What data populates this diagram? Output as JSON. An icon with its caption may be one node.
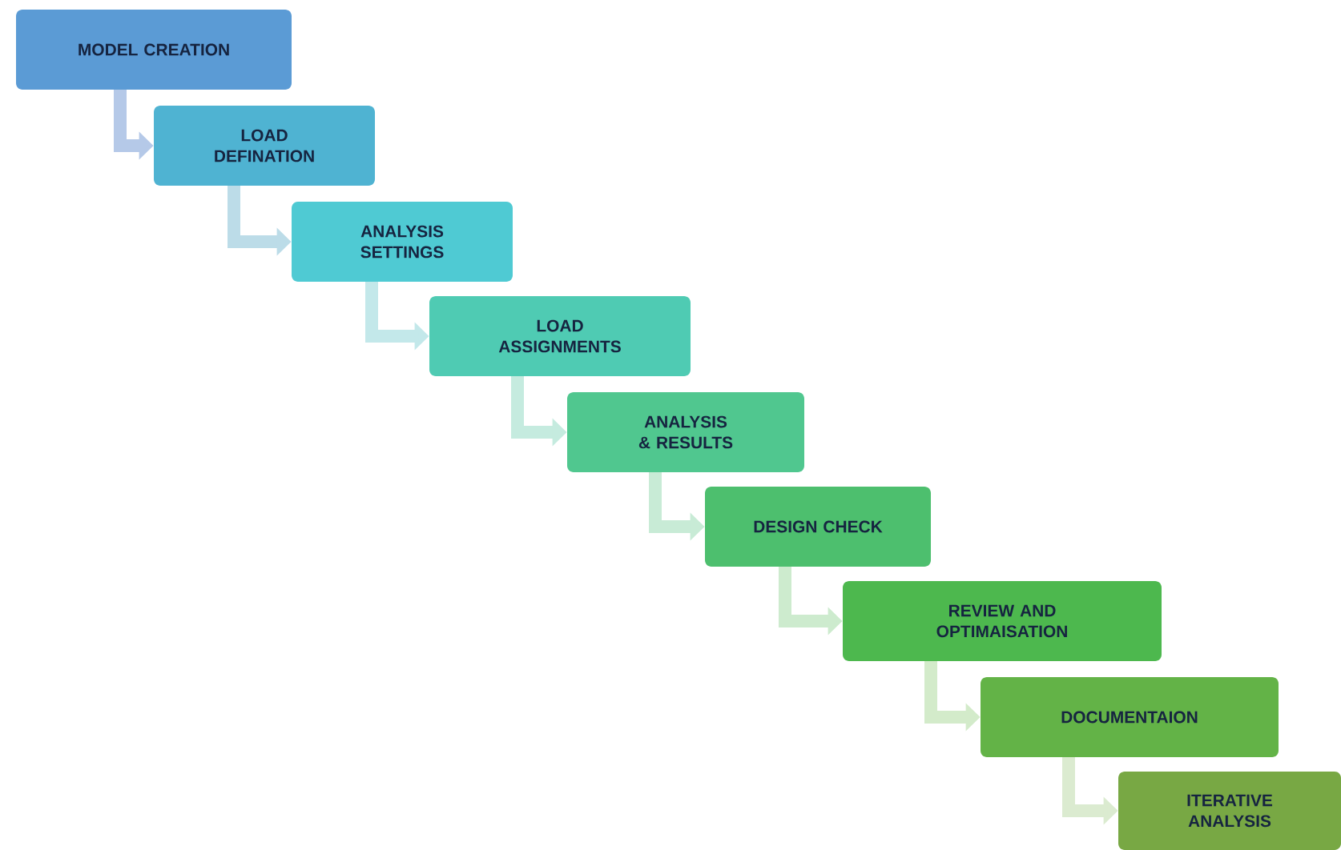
{
  "diagram": {
    "nodes": [
      {
        "text": [
          "MODEL CREATION"
        ]
      },
      {
        "text": [
          "LOAD DEFINATION"
        ]
      },
      {
        "text": [
          "ANALYSIS SETTINGS"
        ]
      },
      {
        "text": [
          "LOAD ASSIGNMENTS"
        ]
      },
      {
        "text": [
          "ANALYSIS & RESULTS"
        ]
      },
      {
        "text": [
          "DESIGN CHECK"
        ]
      },
      {
        "text": [
          "REVIEW AND OPTIMAISATION"
        ]
      },
      {
        "text": [
          "DOCUMENTAION"
        ]
      },
      {
        "text": [
          "ITERATIVE ANALYSIS"
        ]
      }
    ],
    "edges": [
      {
        "from": 0,
        "to": 1,
        "arrow": "to",
        "color": "#b5c9e8"
      },
      {
        "from": 1,
        "to": 2,
        "arrow": "to",
        "color": "#bcdce8"
      },
      {
        "from": 2,
        "to": 3,
        "arrow": "to",
        "color": "#c3e8ea"
      },
      {
        "from": 3,
        "to": 4,
        "arrow": "to",
        "color": "#c5ebdf"
      },
      {
        "from": 4,
        "to": 5,
        "arrow": "to",
        "color": "#c8ebd6"
      },
      {
        "from": 5,
        "to": 6,
        "arrow": "to",
        "color": "#cdebce"
      },
      {
        "from": 6,
        "to": 7,
        "arrow": "to",
        "color": "#d3ebca"
      },
      {
        "from": 7,
        "to": 8,
        "arrow": "to",
        "color": "#dbebd0"
      }
    ]
  }
}
